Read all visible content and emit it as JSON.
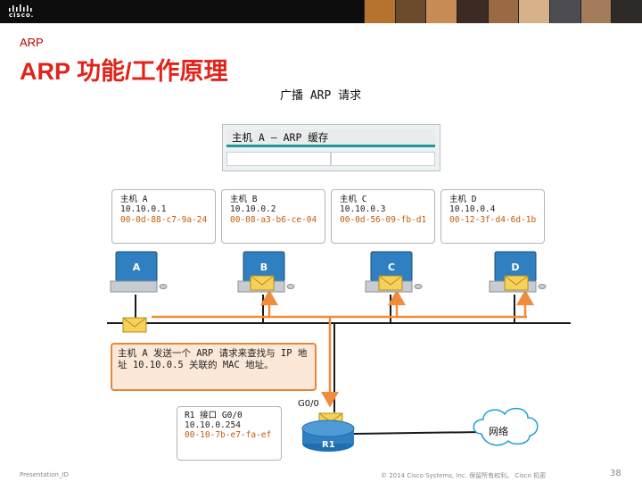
{
  "header": {
    "section": "ARP",
    "title": "ARP 功能/工作原理",
    "subtitle": "广播 ARP 请求"
  },
  "arp_cache": {
    "title": "主机 A — ARP 缓存"
  },
  "hosts": [
    {
      "label": "A",
      "name": "主机 A",
      "ip": "10.10.0.1",
      "mac": "00-0d-88-c7-9a-24"
    },
    {
      "label": "B",
      "name": "主机 B",
      "ip": "10.10.0.2",
      "mac": "00-08-a3-b6-ce-04"
    },
    {
      "label": "C",
      "name": "主机 C",
      "ip": "10.10.0.3",
      "mac": "00-0d-56-09-fb-d1"
    },
    {
      "label": "D",
      "name": "主机 D",
      "ip": "10.10.0.4",
      "mac": "00-12-3f-d4-6d-1b"
    }
  ],
  "message": "主机 A 发送一个 ARP 请求来查找与 IP 地址 10.10.0.5 关联的 MAC 地址。",
  "router": {
    "interface_label": "R1 接口 G0/0",
    "ip": "10.10.0.254",
    "mac": "00-10-7b-e7-fa-ef",
    "port": "G0/0",
    "name": "R1"
  },
  "cloud_label": "网络",
  "footer": {
    "left": "Presentation_ID",
    "middle": "© 2014 Cisco Systems, Inc. 保留所有权利。 Cisco 机密",
    "page": "38"
  },
  "colors": {
    "title_red": "#e0241b",
    "mac_orange": "#c45a06",
    "flow_orange": "#f08c3a",
    "cache_accent": "#1d9a98",
    "pc_blue": "#2f7fc1"
  },
  "icons": [
    "cisco-logo-icon",
    "pc-icon",
    "envelope-icon",
    "router-icon",
    "cloud-icon"
  ]
}
